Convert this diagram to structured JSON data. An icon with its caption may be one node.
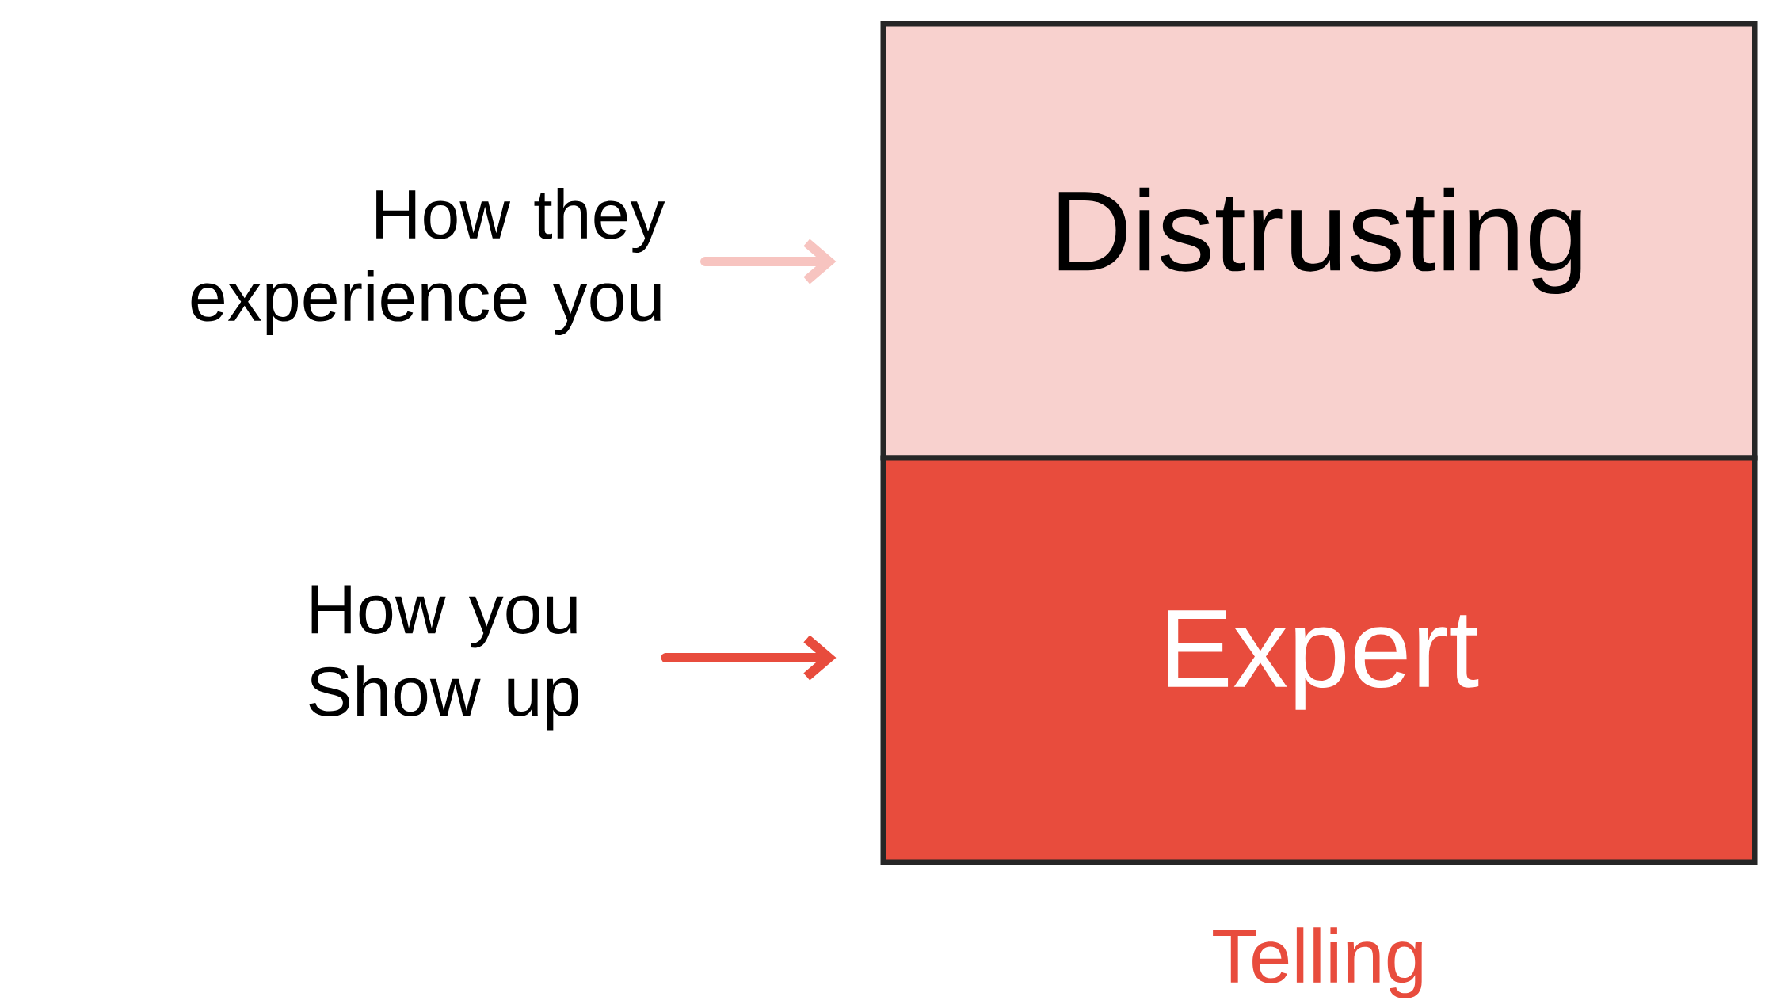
{
  "diagram": {
    "nodes": [
      {
        "text": [
          "How they experience you"
        ]
      },
      {
        "text": [
          "How you Show up"
        ]
      },
      {
        "text": [
          "Distrusting"
        ]
      },
      {
        "text": [
          "Expert"
        ],
        "beside": [
          "Telling"
        ]
      }
    ],
    "edges": [
      {
        "from": 0,
        "to": 2,
        "arrow": "to",
        "color": "#f7c4c0"
      },
      {
        "from": 1,
        "to": 3,
        "arrow": "to",
        "color": "#e84c3d"
      }
    ]
  }
}
